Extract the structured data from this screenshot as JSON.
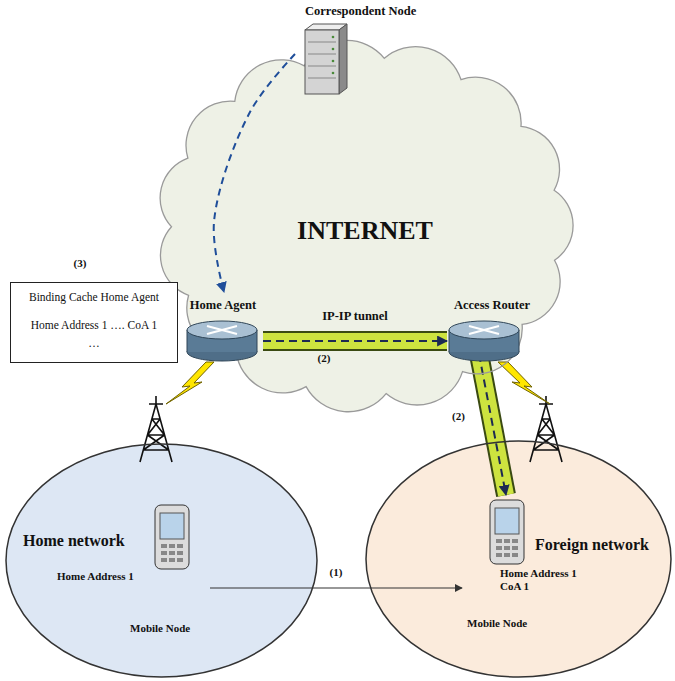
{
  "diagram": {
    "nodes": [
      {
        "text": [
          "INTERNET"
        ]
      },
      {
        "text": [
          "Correspondent Node"
        ]
      },
      {
        "text": [
          "Home Agent"
        ]
      },
      {
        "text": [
          "Access Router"
        ]
      },
      {
        "text": [
          "Binding Cache Home Agent",
          "Home Address 1 …. CoA 1",
          "…"
        ]
      },
      {
        "text": [
          "Home network"
        ]
      },
      {
        "text": [
          "Home Address 1",
          "Mobile Node"
        ],
        "in": 5
      },
      {
        "text": [
          "Foreign network"
        ]
      },
      {
        "text": [
          "Home Address 1 CoA 1",
          "Mobile Node"
        ],
        "in": 7
      }
    ],
    "edges": [
      {
        "from": 1,
        "to": 2,
        "arrow": "to"
      },
      {
        "from": 2,
        "to": 3,
        "label": "IP-IP tunnel",
        "arrow": "to"
      },
      {
        "from": 3,
        "to": 8,
        "label": "(2)",
        "arrow": "to"
      },
      {
        "from": 6,
        "to": 8,
        "label": "(1)",
        "arrow": "to"
      }
    ],
    "labels": [
      "(3)",
      "(2)"
    ]
  }
}
